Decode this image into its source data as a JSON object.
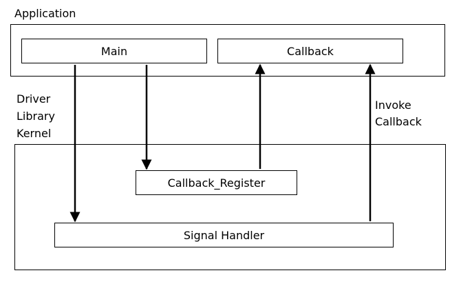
{
  "application_label": "Application",
  "kernel_side_labels": [
    "Driver",
    "Library",
    "Kernel"
  ],
  "invoke_label_lines": [
    "Invoke",
    "Callback"
  ],
  "nodes": {
    "main": "Main",
    "callback": "Callback",
    "callback_register": "Callback_Register",
    "signal_handler": "Signal Handler"
  },
  "edges": [
    {
      "from": "Main",
      "to": "Signal Handler"
    },
    {
      "from": "Main",
      "to": "Callback_Register"
    },
    {
      "from": "Callback_Register",
      "to": "Callback"
    },
    {
      "from": "Signal Handler",
      "to": "Callback",
      "label": "Invoke Callback"
    }
  ],
  "colors": {
    "line": "#000000",
    "background": "#ffffff"
  }
}
